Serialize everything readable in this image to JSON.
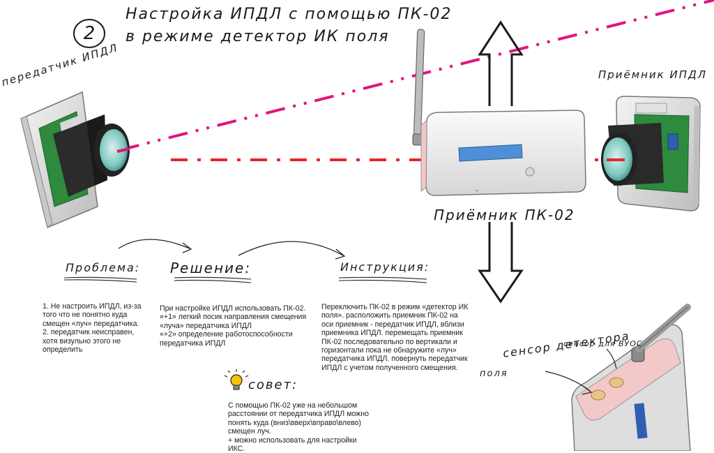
{
  "step_number": "2",
  "title_line1": "Настройка ИПДЛ с помощью ПК-02",
  "title_line2": "в режиме детектор ИК поля",
  "labels": {
    "transmitter": "передатчик ИПДЛ",
    "receiver": "Приёмник ИПДЛ",
    "pk02": "Приёмник ПК-02",
    "sensor": "сенсор детектора",
    "sensor_field": "поля",
    "vuos_sensor": "сенсор для ВУОС"
  },
  "sections": {
    "problem": {
      "heading": "Проблема:",
      "text": "1.  Не настроить ИПДЛ, из-за\nтого что не понятно куда\nсмещен «луч» передатчика.\n2. передатчик неисправен,\nхотя визульно этого не\nопределить"
    },
    "solution": {
      "heading": "Решение:",
      "text": "При настройке ИПДЛ использовать ПК-02.\n«+1» легкий посик направления смещения\n«луча» передатчика ИПДЛ\n«+2»  определение работоспособности\nпередатчика ИПДЛ"
    },
    "instruction": {
      "heading": "Инструкция:",
      "text": "Переключить ПК-02 в режим «детектор ИК\nполя». расположить приемник ПК-02 на\nоси приемник - передатчик ИПДЛ, вблизи\nприемника ИПДЛ. перемещать приемник\nПК-02 последовательно по вертикали и\nгоризонтали пока не обнаружите «луч»\nпередатчика ИПДЛ. повернуть передатчик\nИПДЛ с учетом полученного смещения."
    },
    "tip": {
      "heading": "совет:",
      "text": "С помощью ПК-02 уже на небольшом\nрасстоянии от передатчика ИПДЛ можно\nпонять куда (вниз\\вверх\\вправо\\влево)\nсмещен луч.\n+ можно использовать для настройки\nИКС."
    }
  },
  "colors": {
    "beam_magenta": "#e0157f",
    "beam_red": "#e52628",
    "housing": "#e6e6e6",
    "pcb": "#2e8b3e",
    "lens": "#9fd8d2",
    "display": "#4f8fd6"
  }
}
